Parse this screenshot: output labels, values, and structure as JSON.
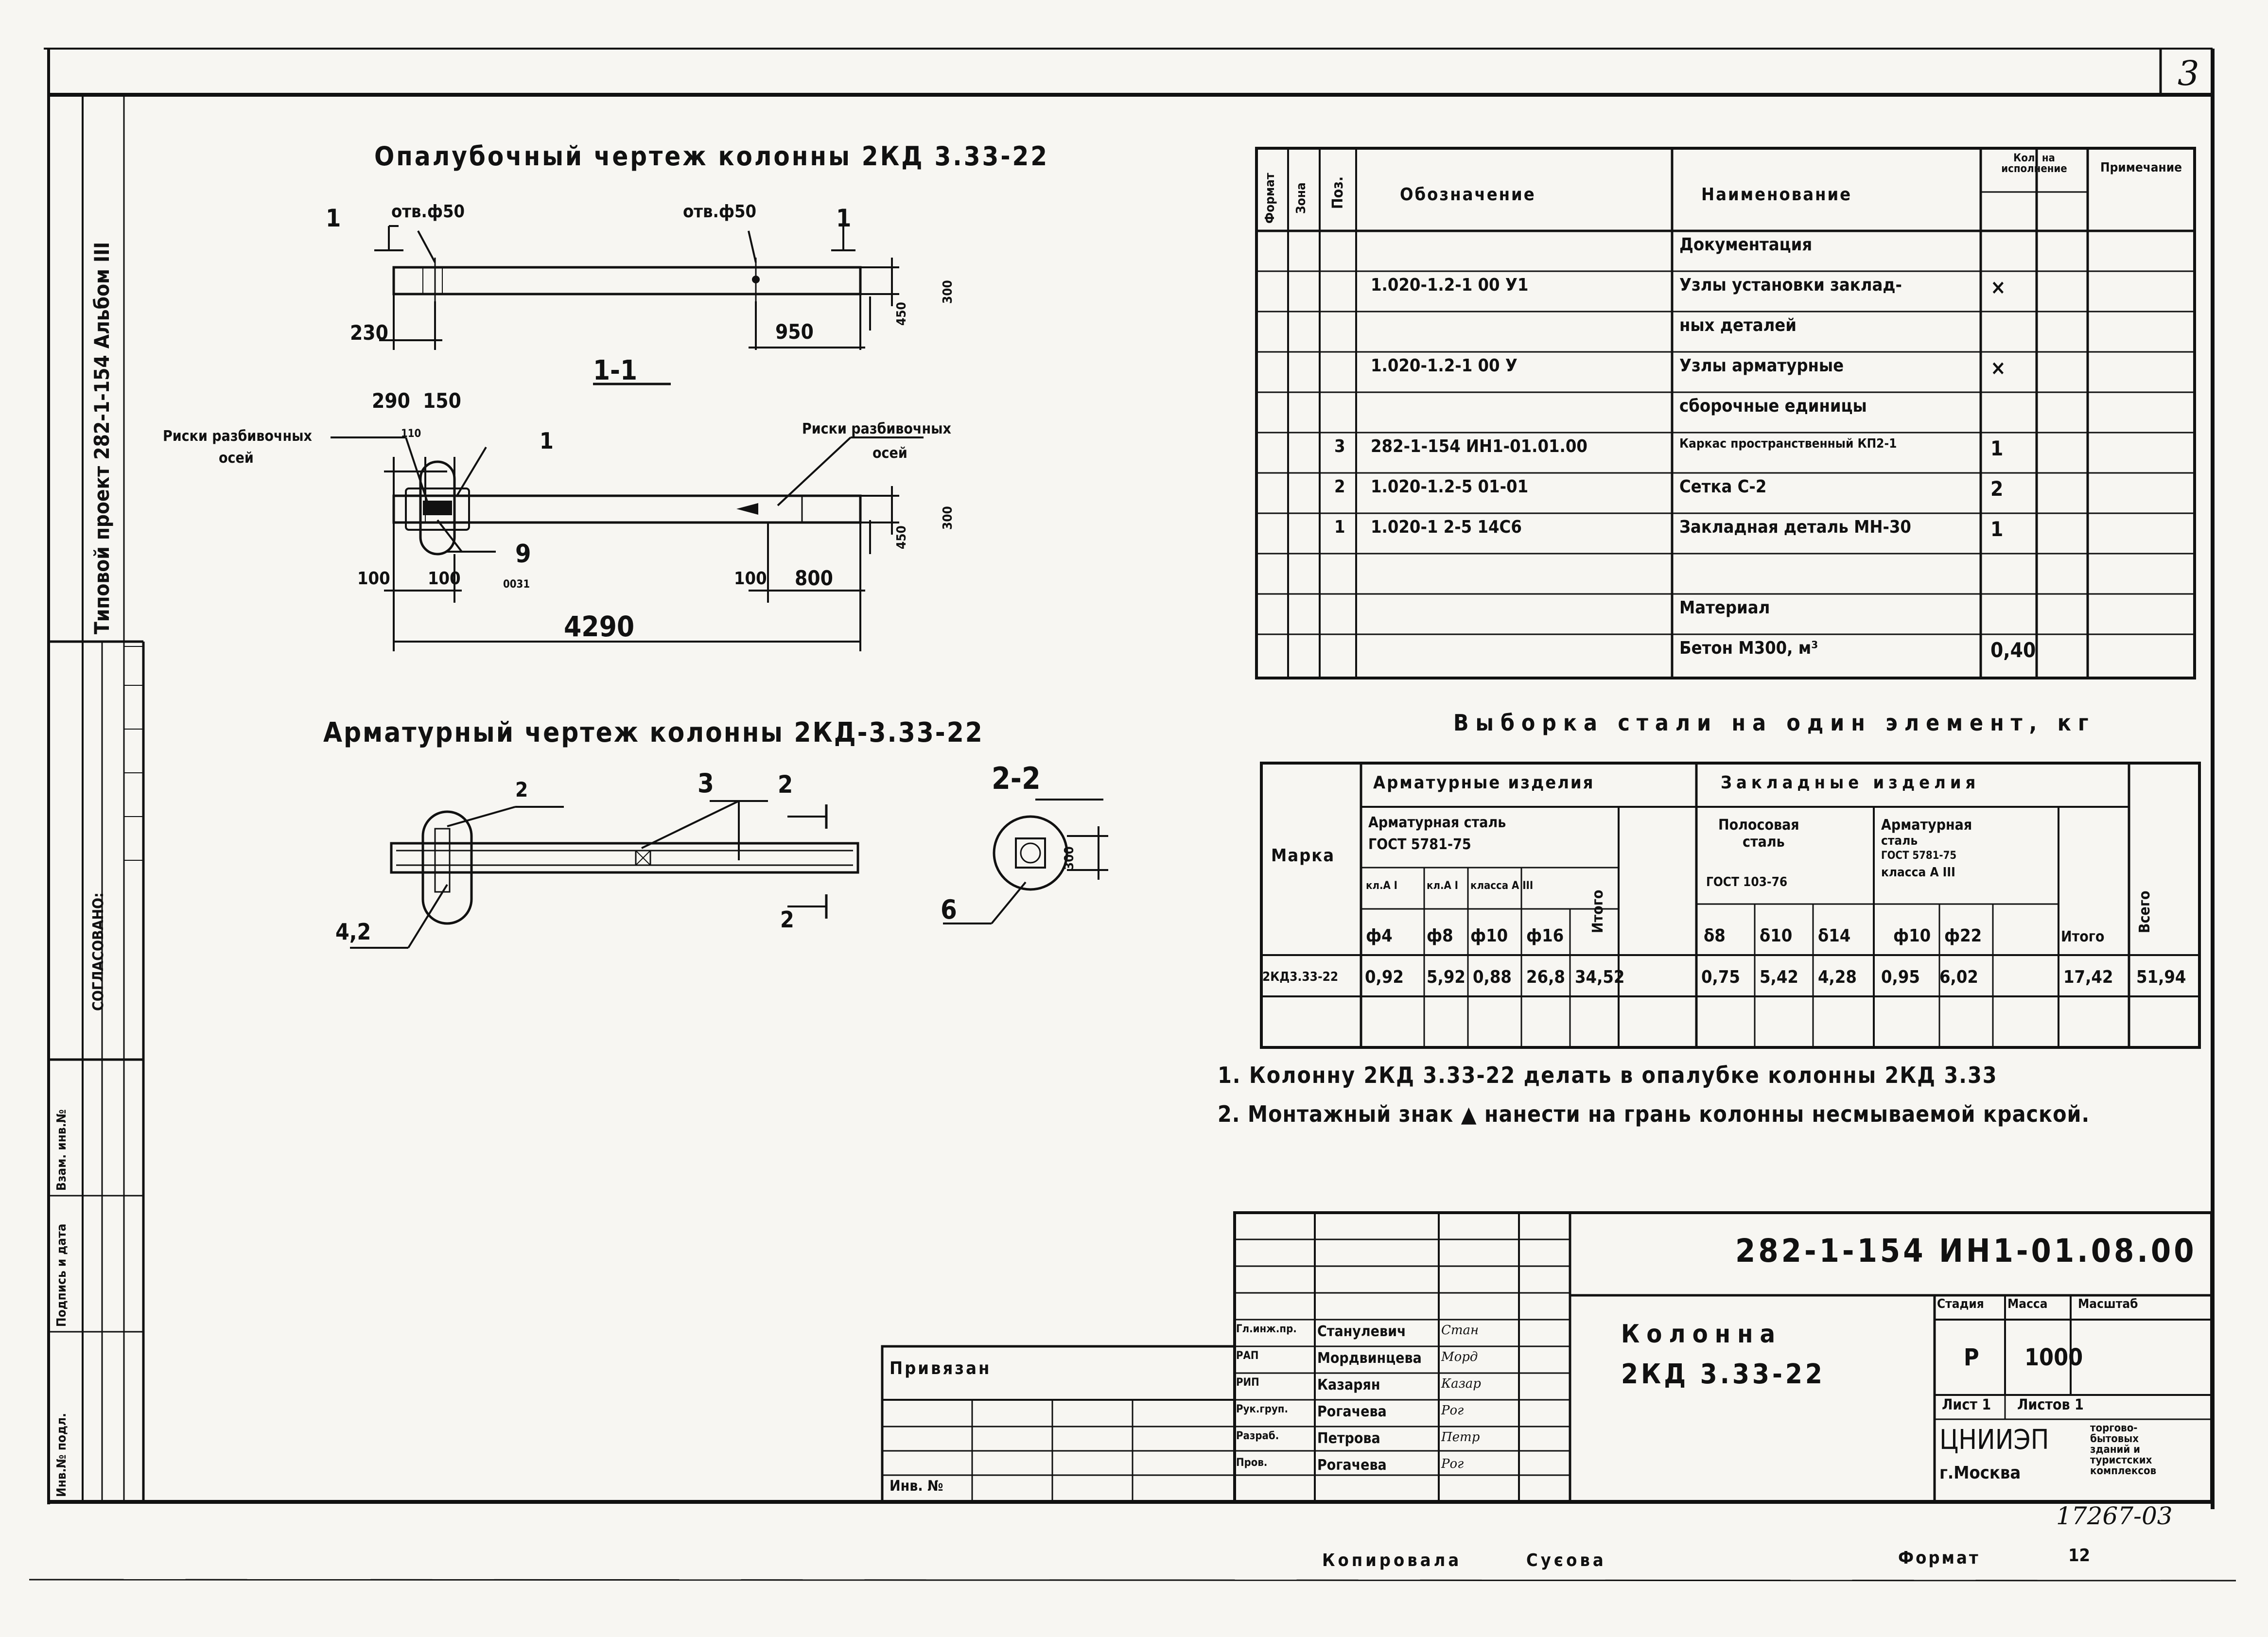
{
  "page_number": "3",
  "side_strip": {
    "project": "Типовой проект 282-1-154 Альбом III",
    "agreed": "СОГЛАСОВАНО:",
    "inv_no": "Инв.№ подл.",
    "sign_date": "Подпись и дата",
    "swap_inv": "Взам. инв.№"
  },
  "formwork": {
    "title": "Опалубочный чертеж колонны 2КД 3.33-22",
    "hole_left": "отв.ф50",
    "hole_right": "отв.ф50",
    "section_1": "1-1",
    "cut_1": "1",
    "dims": {
      "d230": "230",
      "d950": "950",
      "d300a": "300",
      "d450a": "450",
      "d290": "290",
      "d150": "150",
      "d110": "110",
      "d300b": "300",
      "d450b": "450",
      "d100a": "100",
      "d100b": "100",
      "d100c": "100",
      "d800": "800",
      "d4290": "4290",
      "d0031": "0031"
    },
    "axis_marks_left": [
      "Риски разбивочных",
      "осей"
    ],
    "axis_marks_right": [
      "Риски разбивочных",
      "осей"
    ],
    "pos_1": "1",
    "pos_9": "9"
  },
  "reinforcement": {
    "title": "Арматурный чертеж колонны 2КД-3.33-22",
    "pos_2": "2",
    "pos_3": "3",
    "pos_42": "4,2",
    "cut_2": "2",
    "section_2": "2-2",
    "dim_300": "300",
    "pos_6": "6"
  },
  "spec": {
    "headers": [
      "Формат",
      "Зона",
      "Поз.",
      "Обозначение",
      "Наименование",
      "Кол. на исполнение",
      "Примечание"
    ],
    "rows": [
      {
        "pos": "",
        "designation": "",
        "name": "Документация",
        "qty": ""
      },
      {
        "pos": "",
        "designation": "1.020-1.2-1 00 У1",
        "name": "Узлы установки заклад-",
        "qty": "×"
      },
      {
        "pos": "",
        "designation": "",
        "name": "ных деталей",
        "qty": ""
      },
      {
        "pos": "",
        "designation": "1.020-1.2-1 00 У",
        "name": "Узлы арматурные",
        "qty": "×"
      },
      {
        "pos": "",
        "designation": "",
        "name": "сборочные единицы",
        "qty": ""
      },
      {
        "pos": "3",
        "designation": "282-1-154 ИН1-01.01.00",
        "name": "Каркас пространственный КП2-1",
        "qty": "1"
      },
      {
        "pos": "2",
        "designation": "1.020-1.2-5 01-01",
        "name": "Сетка С-2",
        "qty": "2"
      },
      {
        "pos": "1",
        "designation": "1.020-1 2-5 14С6",
        "name": "Закладная деталь МН-30",
        "qty": "1"
      },
      {
        "pos": "",
        "designation": "",
        "name": "",
        "qty": ""
      },
      {
        "pos": "",
        "designation": "",
        "name": "Материал",
        "qty": ""
      },
      {
        "pos": "",
        "designation": "",
        "name": "Бетон М300, м³",
        "qty": "0,40"
      }
    ]
  },
  "steel": {
    "title": "Выборка стали на один элемент, кг",
    "col_mark": "Марка",
    "rebar_products": "Арматурные изделия",
    "embedded_products": "Закладные изделия",
    "rebar_steel_1": [
      "Арматурная сталь",
      "ГОСТ 5781-75"
    ],
    "strip_steel": [
      "Полосовая",
      "сталь",
      "ГОСТ 103-76"
    ],
    "rebar_steel_2": [
      "Арматурная",
      "сталь",
      "ГОСТ 5781-75",
      "класса А III"
    ],
    "classes": [
      "кл.А I",
      "кл.А I",
      "класса А III"
    ],
    "sub_headers": [
      "ф4",
      "ф8",
      "ф10",
      "ф16",
      "δ8",
      "δ10",
      "δ14",
      "ф10",
      "ф22"
    ],
    "total_label": "Итого",
    "grand_total": "Всего",
    "row": {
      "mark": "2КД3.33-22",
      "values": [
        "0,92",
        "5,92",
        "0,88",
        "26,8"
      ],
      "sum1": "34,52",
      "values2": [
        "0,75",
        "5,42",
        "4,28",
        "0,95",
        "6,02"
      ],
      "sum2": "17,42",
      "total": "51,94"
    }
  },
  "notes": [
    "1. Колонну 2КД 3.33-22 делать в опалубке колонны 2КД 3.33",
    "2. Монтажный знак ▲ нанести на грань колонны несмываемой краской."
  ],
  "title_block": {
    "code": "282-1-154 ИН1-01.08.00",
    "name_1": "Колонна",
    "name_2": "2КД 3.33-22",
    "stage_label": "Стадия",
    "mass_label": "Масса",
    "scale_label": "Масштаб",
    "stage": "Р",
    "mass": "1000",
    "sheet": "Лист 1",
    "sheets": "Листов 1",
    "org_1": "ЦНИИЭП",
    "org_2": "г.Москва",
    "org_3": [
      "торгово-",
      "бытовых",
      "зданий и",
      "туристских",
      "комплексов"
    ],
    "tied": "Привязан",
    "inv": "Инв. №",
    "staff": [
      {
        "role": "Гл.инж.пр.",
        "name": "Станулевич",
        "sign": "Стан"
      },
      {
        "role": "РАП",
        "name": "Мордвинцева",
        "sign": "Морд"
      },
      {
        "role": "РИП",
        "name": "Казарян",
        "sign": "Казар"
      },
      {
        "role": "Рук.груп.",
        "name": "Рогачева",
        "sign": "Рог"
      },
      {
        "role": "Разраб.",
        "name": "Петрова",
        "sign": "Петр"
      },
      {
        "role": "Пров.",
        "name": "Рогачева",
        "sign": "Рог"
      }
    ]
  },
  "archive_no": "17267-03",
  "footer": {
    "copied": "Копировала",
    "copier": "Суєова",
    "format_label": "Формат",
    "format_value": "12"
  }
}
